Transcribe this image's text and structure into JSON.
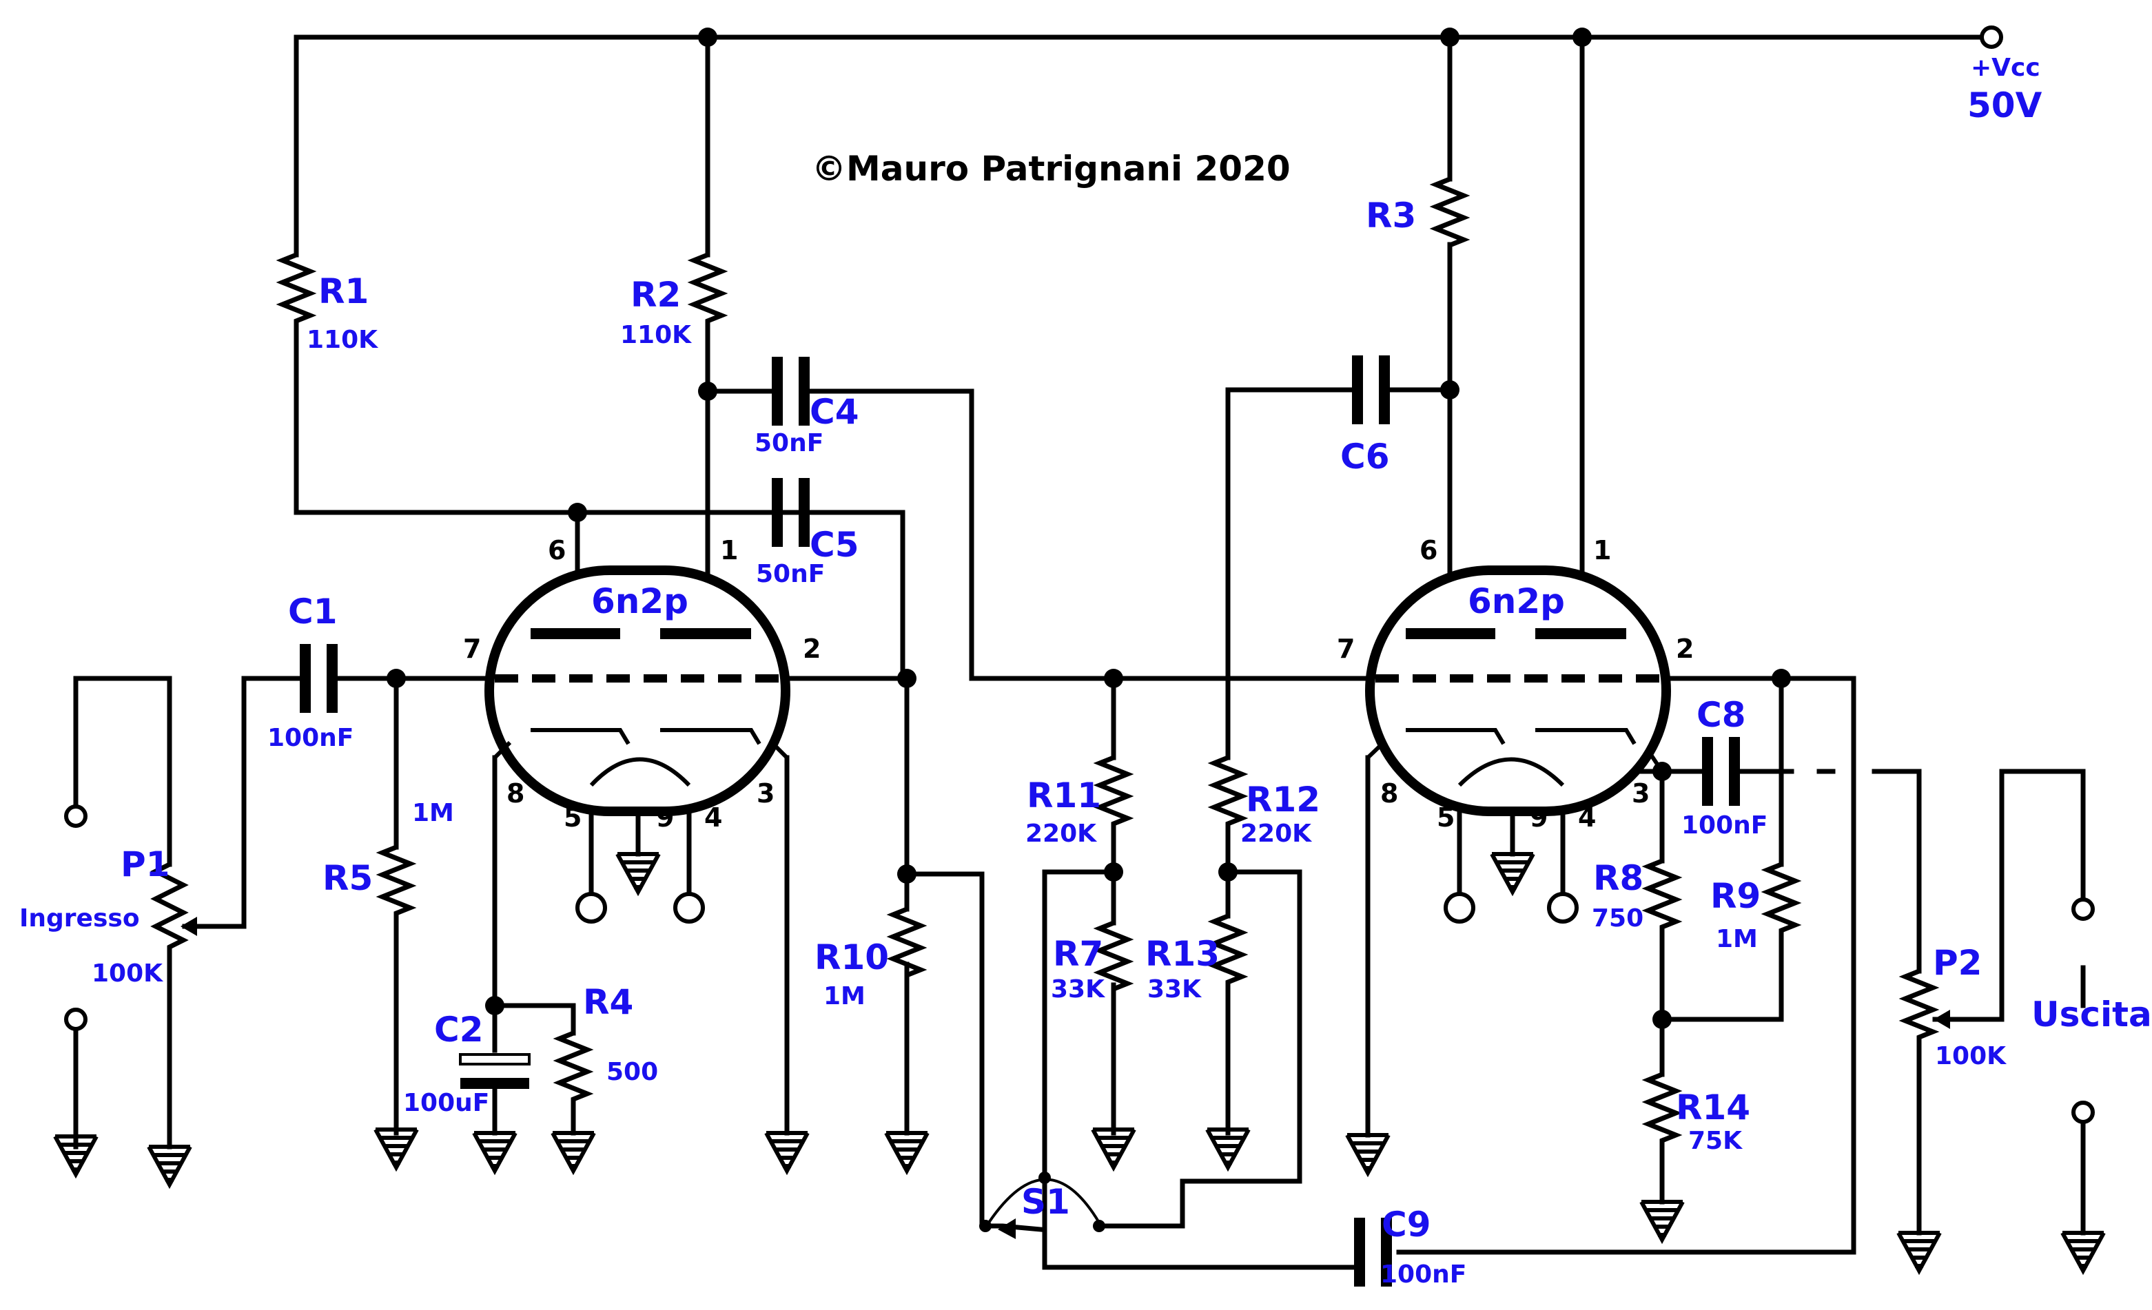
{
  "copyright": "©Mauro Patrignani 2020",
  "supply": {
    "name": "+Vcc",
    "voltage": "50V"
  },
  "tubes": [
    {
      "type": "6n2p",
      "pins": [
        "6",
        "1",
        "7",
        "2",
        "8",
        "5",
        "9",
        "4",
        "3"
      ]
    },
    {
      "type": "6n2p",
      "pins": [
        "6",
        "1",
        "7",
        "2",
        "8",
        "5",
        "9",
        "4",
        "3"
      ]
    }
  ],
  "components": {
    "R1": {
      "name": "R1",
      "value": "110K"
    },
    "R2": {
      "name": "R2",
      "value": "110K"
    },
    "R3": {
      "name": "R3",
      "value": ""
    },
    "R4": {
      "name": "R4",
      "value": "500"
    },
    "R5": {
      "name": "R5",
      "value": "1M"
    },
    "R7": {
      "name": "R7",
      "value": "33K"
    },
    "R8": {
      "name": "R8",
      "value": "750"
    },
    "R9": {
      "name": "R9",
      "value": "1M"
    },
    "R10": {
      "name": "R10",
      "value": "1M"
    },
    "R11": {
      "name": "R11",
      "value": "220K"
    },
    "R12": {
      "name": "R12",
      "value": "220K"
    },
    "R13": {
      "name": "R13",
      "value": "33K"
    },
    "R14": {
      "name": "R14",
      "value": "75K"
    },
    "C1": {
      "name": "C1",
      "value": "100nF"
    },
    "C2": {
      "name": "C2",
      "value": "100uF"
    },
    "C4": {
      "name": "C4",
      "value": "50nF"
    },
    "C5": {
      "name": "C5",
      "value": "50nF"
    },
    "C6": {
      "name": "C6",
      "value": ""
    },
    "C8": {
      "name": "C8",
      "value": "100nF"
    },
    "C9": {
      "name": "C9",
      "value": "100nF"
    },
    "P1": {
      "name": "P1",
      "value": "100K"
    },
    "P2": {
      "name": "P2",
      "value": "100K"
    },
    "S1": {
      "name": "S1"
    }
  },
  "ports": {
    "input": "Ingresso",
    "output": "Uscita"
  }
}
